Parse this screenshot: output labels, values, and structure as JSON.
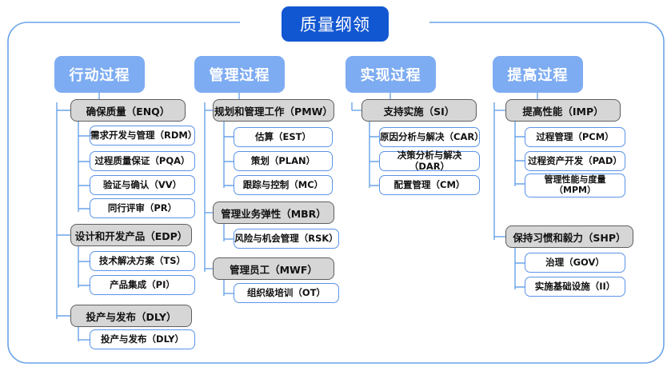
{
  "diagram": {
    "title": "质量纲领",
    "frame": {
      "label": "outer-frame",
      "color": "#6AA3E8"
    },
    "colors": {
      "title_bg": "#1257D2",
      "header_bg": "#7EACF2",
      "group_bg": "#D6D6D6",
      "group_border": "#5E5E5E",
      "leaf_border": "#5A93E8",
      "connector": "#6AA3E8"
    },
    "columns": [
      {
        "header": "行动过程",
        "groups": [
          {
            "label": "确保质量（ENQ）",
            "children": [
              "需求开发与管理（RDM）",
              "过程质量保证（PQA）",
              "验证与确认（VV）",
              "同行评审（PR）"
            ]
          },
          {
            "label": "设计和开发产品（EDP）",
            "children": [
              "技术解决方案（TS）",
              "产品集成（PI）"
            ]
          },
          {
            "label": "投产与发布（DLY）",
            "children": [
              "投产与发布（DLY）"
            ]
          }
        ]
      },
      {
        "header": "管理过程",
        "groups": [
          {
            "label": "规划和管理工作（PMW）",
            "children": [
              "估算（EST）",
              "策划（PLAN）",
              "跟踪与控制（MC）"
            ]
          },
          {
            "label": "管理业务弹性（MBR）",
            "children": [
              "风险与机会管理（RSK）"
            ]
          },
          {
            "label": "管理员工（MWF）",
            "children": [
              "组织级培训（OT）"
            ]
          }
        ]
      },
      {
        "header": "实现过程",
        "groups": [
          {
            "label": "支持实施（SI）",
            "children": [
              "原因分析与解决（CAR）",
              "决策分析与解决（DAR）",
              "配置管理（CM）"
            ]
          }
        ]
      },
      {
        "header": "提高过程",
        "groups": [
          {
            "label": "提高性能（IMP）",
            "children": [
              "过程管理（PCM）",
              "过程资产开发（PAD）",
              "管理性能与度量\n（MPM）"
            ]
          },
          {
            "label": "保持习惯和毅力（SHP）",
            "children": [
              "治理（GOV）",
              "实施基础设施（II）"
            ]
          }
        ]
      }
    ]
  }
}
